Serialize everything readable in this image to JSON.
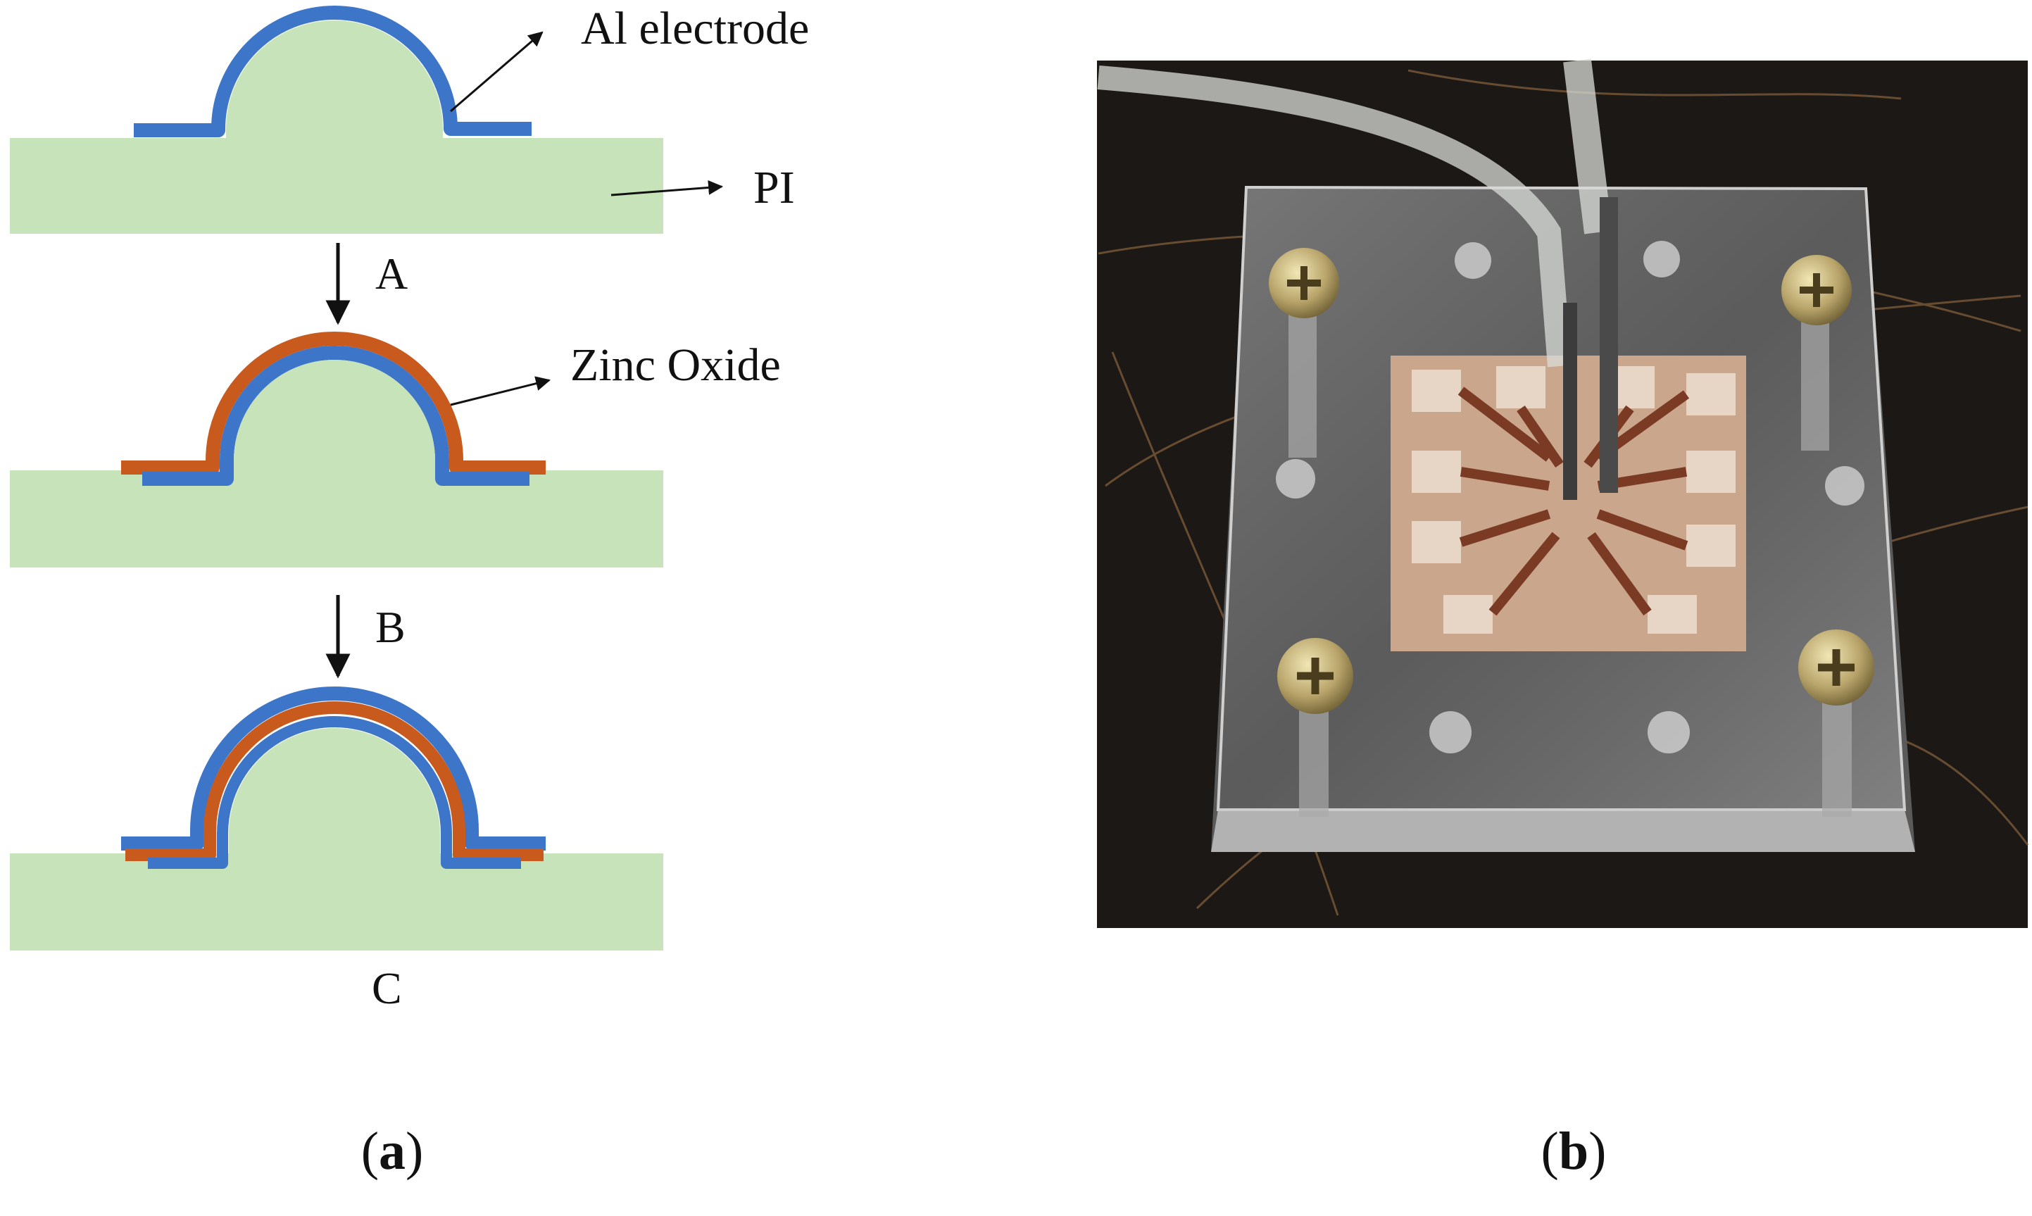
{
  "panel_a": {
    "labels": {
      "al_electrode": "Al electrode",
      "pi": "PI",
      "zinc_oxide": "Zinc Oxide"
    },
    "steps": [
      "A",
      "B",
      "C"
    ],
    "caption": {
      "open": "(",
      "letter": "a",
      "close": ")"
    }
  },
  "panel_b": {
    "caption": {
      "open": "(",
      "letter": "b",
      "close": ")"
    },
    "photo_subject": "microfluidic chip with screws, tubing and patterned electrode array"
  },
  "colors": {
    "substrate_pi": "#c6e3b9",
    "al_electrode": "#3d75c9",
    "zinc_oxide": "#c85a1e",
    "photo_background": "#1c1815"
  }
}
